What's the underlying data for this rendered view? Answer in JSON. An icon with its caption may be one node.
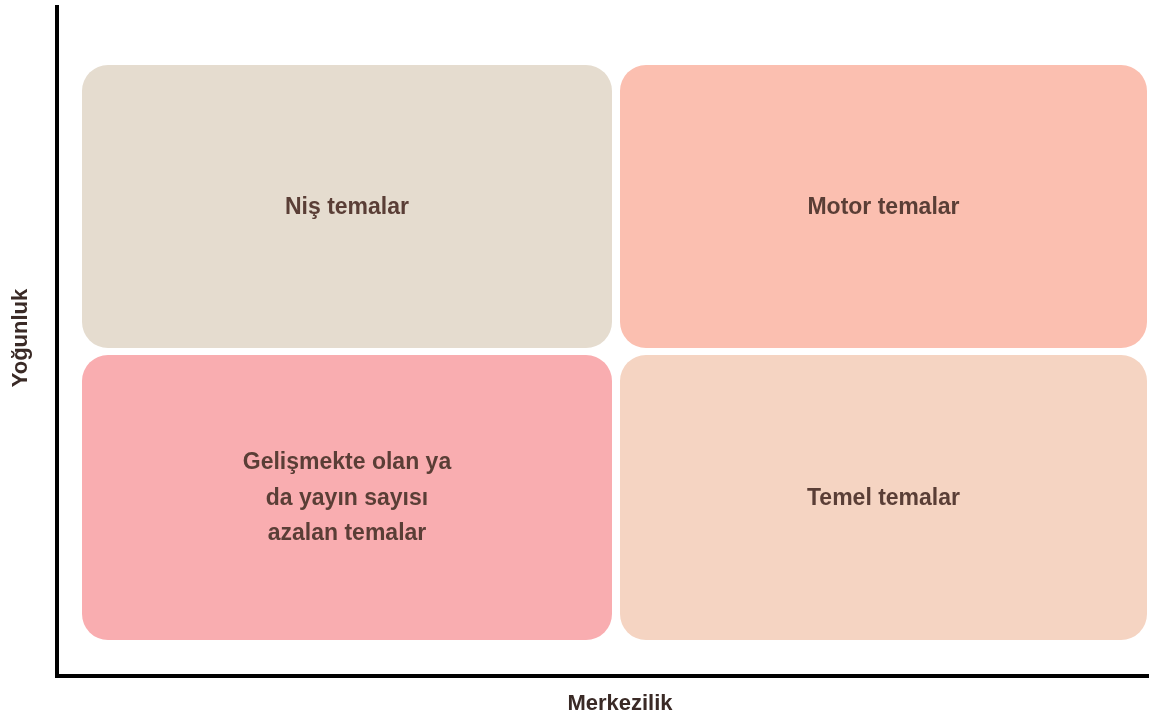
{
  "diagram": {
    "nodes": [
      {
        "text": [
          "Niş temalar"
        ]
      },
      {
        "text": [
          "Motor temalar"
        ]
      },
      {
        "text": [
          "Gelişmekte olan ya da yayın sayısı azalan temalar"
        ]
      },
      {
        "text": [
          "Temel temalar"
        ]
      }
    ],
    "labels": [
      "Yoğunluk",
      "Merkezilik"
    ]
  }
}
